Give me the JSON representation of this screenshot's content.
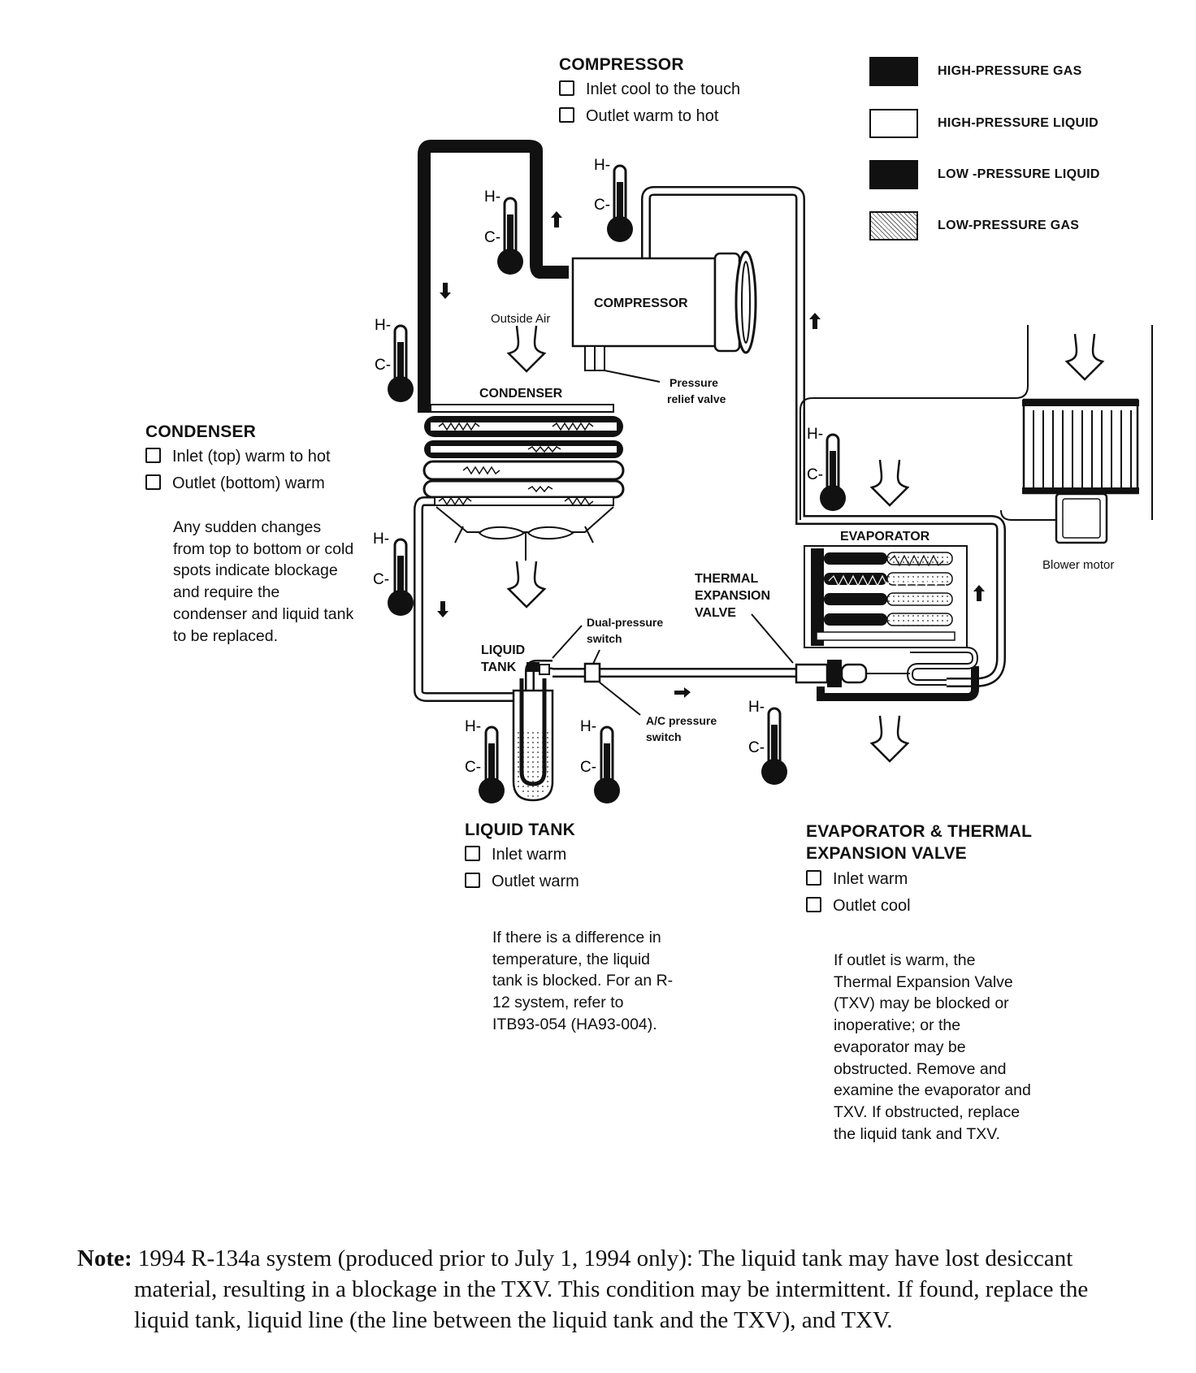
{
  "legend": {
    "items": [
      {
        "label": "HIGH-PRESSURE GAS",
        "fill": "#111111"
      },
      {
        "label": "HIGH-PRESSURE LIQUID",
        "fill": "#ffffff"
      },
      {
        "label": "LOW -PRESSURE LIQUID",
        "fill": "#111111"
      },
      {
        "label": "LOW-PRESSURE GAS",
        "fill": "pattern"
      }
    ]
  },
  "compressor_check": {
    "title": "COMPRESSOR",
    "items": [
      "Inlet cool to the touch",
      "Outlet warm to hot"
    ]
  },
  "condenser_check": {
    "title": "CONDENSER",
    "items": [
      "Inlet (top) warm to hot",
      "Outlet (bottom) warm"
    ],
    "note": "Any sudden changes from top to bottom or cold spots indicate blockage and require the condenser and liquid tank to be replaced."
  },
  "liquid_tank_check": {
    "title": "LIQUID TANK",
    "items": [
      "Inlet warm",
      "Outlet warm"
    ],
    "note": "If there is a difference in temperature, the liquid tank is blocked. For an R-12 system, refer to ITB93-054 (HA93-004)."
  },
  "evaporator_check": {
    "title_line1": "EVAPORATOR & THERMAL",
    "title_line2": "EXPANSION VALVE",
    "items": [
      "Inlet warm",
      "Outlet cool"
    ],
    "note": "If outlet is warm, the Thermal Expansion Valve (TXV) may be blocked or inoperative; or the evaporator may be obstructed. Remove and examine the evaporator and TXV. If obstructed, replace the liquid tank and TXV."
  },
  "diagram_labels": {
    "compressor": "COMPRESSOR",
    "outside_air": "Outside Air",
    "condenser": "CONDENSER",
    "pressure_relief_1": "Pressure",
    "pressure_relief_2": "relief valve",
    "evaporator": "EVAPORATOR",
    "blower_motor": "Blower motor",
    "txv_1": "THERMAL",
    "txv_2": "EXPANSION",
    "txv_3": "VALVE",
    "dual_switch_1": "Dual-pressure",
    "dual_switch_2": "switch",
    "liquid_tank_1": "LIQUID",
    "liquid_tank_2": "TANK",
    "ac_switch_1": "A/C pressure",
    "ac_switch_2": "switch",
    "h": "H-",
    "c": "C-"
  },
  "footer_note": {
    "label": "Note:",
    "text": "1994 R-134a system (produced prior to July 1, 1994 only): The liquid tank may have lost desiccant material, resulting in a blockage in the TXV. This condition may be intermittent. If found, replace the liquid tank, liquid line (the line between the liquid tank and the TXV), and TXV."
  }
}
